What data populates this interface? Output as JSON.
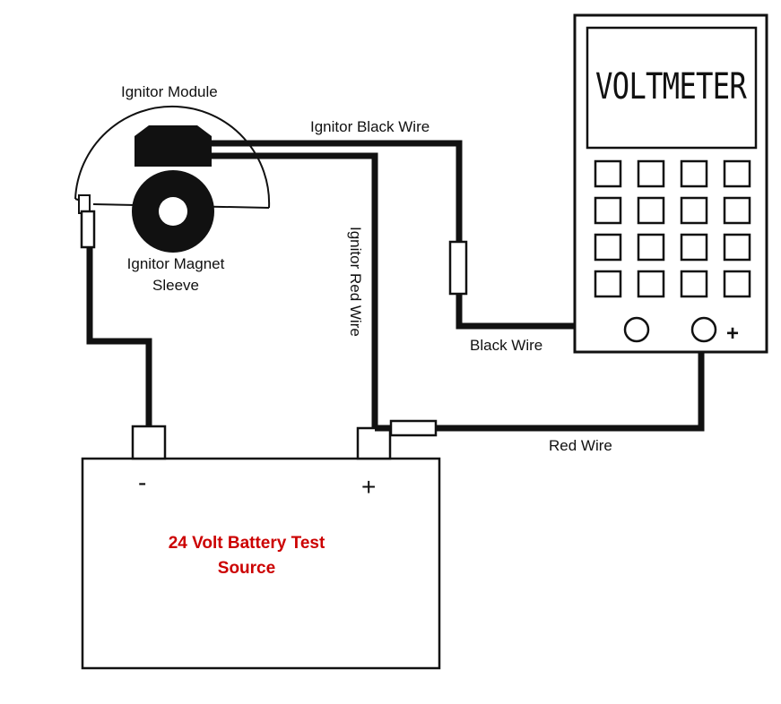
{
  "labels": {
    "ignitor_module": "Ignitor Module",
    "ignitor_black_wire": "Ignitor Black Wire",
    "ignitor_magnet_line1": "Ignitor Magnet",
    "ignitor_magnet_line2": "Sleeve",
    "ignitor_red_wire": "Ignitor Red Wire",
    "black_wire": "Black Wire",
    "red_wire": "Red Wire",
    "battery_line1": "24 Volt Battery Test",
    "battery_line2": "Source",
    "voltmeter_display": "VOLTMETER",
    "negative_sign": "-",
    "positive_sign": "+",
    "meter_positive_sign": "+"
  },
  "colors": {
    "ink": "#111111",
    "battery_label": "#cc0000",
    "background": "#ffffff"
  },
  "voltmeter": {
    "keypad_rows": 4,
    "keypad_cols": 4
  }
}
